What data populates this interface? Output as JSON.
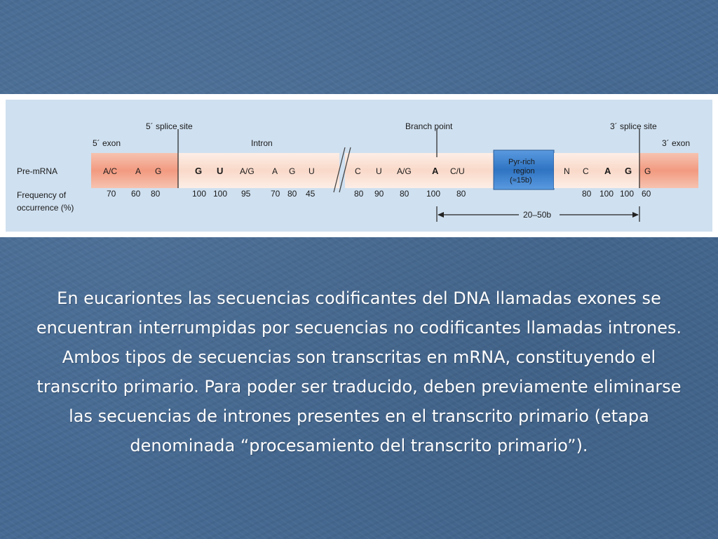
{
  "diagram": {
    "labels": {
      "five_splice": "5´ splice site",
      "branch_point": "Branch point",
      "three_splice": "3´ splice site",
      "five_exon": "5´ exon",
      "intron": "Intron",
      "three_exon": "3´ exon",
      "pre_mrna": "Pre-mRNA",
      "freq_line1": "Frequency of",
      "freq_line2": "occurrence (%)",
      "pyr_line1": "Pyr-rich",
      "pyr_line2": "region",
      "pyr_line3": "(≈15b)",
      "distance": "20–50b"
    },
    "nucleotides": {
      "n1": "A/C",
      "n2": "A",
      "n3": "G",
      "n4": "G",
      "n5": "U",
      "n6": "A/G",
      "n7": "A",
      "n8": "G",
      "n9": "U",
      "n10": "C",
      "n11": "U",
      "n12": "A/G",
      "n13": "A",
      "n14": "C/U",
      "n15": "N",
      "n16": "C",
      "n17": "A",
      "n18": "G",
      "n19": "G"
    },
    "frequencies": {
      "f1": "70",
      "f2": "60",
      "f3": "80",
      "f4": "100",
      "f5": "100",
      "f6": "95",
      "f7": "70",
      "f8": "80",
      "f9": "45",
      "f10": "80",
      "f11": "90",
      "f12": "80",
      "f13": "100",
      "f14": "80",
      "f15": "80",
      "f16": "100",
      "f17": "100",
      "f18": "60"
    },
    "colors": {
      "exon": "#f2a58c",
      "intron": "#fbe3d8",
      "pyr_region": "#3f82cc",
      "background": "#cfe0f0"
    }
  },
  "body_text": "En eucariontes las secuencias codificantes del DNA llamadas exones se encuentran interrumpidas por secuencias no codificantes llamadas intrones. Ambos tipos de secuencias son transcritas en mRNA, constituyendo el transcrito primario. Para poder ser traducido, deben previamente eliminarse las secuencias de intrones presentes en el transcrito primario (etapa denominada “procesamiento del transcrito primario”)."
}
